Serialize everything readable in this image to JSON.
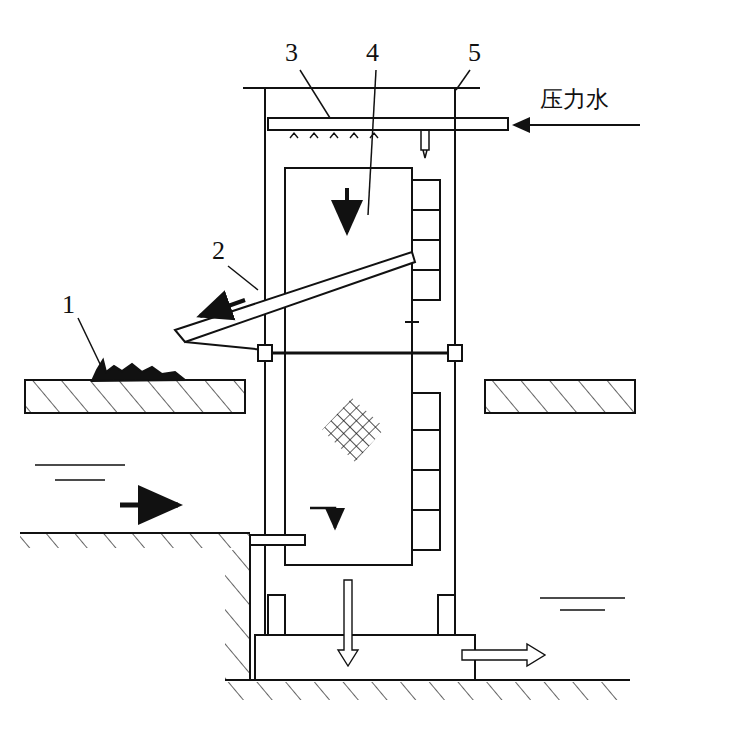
{
  "diagram": {
    "labels": [
      "1",
      "2",
      "3",
      "4",
      "5",
      "压力水"
    ]
  }
}
